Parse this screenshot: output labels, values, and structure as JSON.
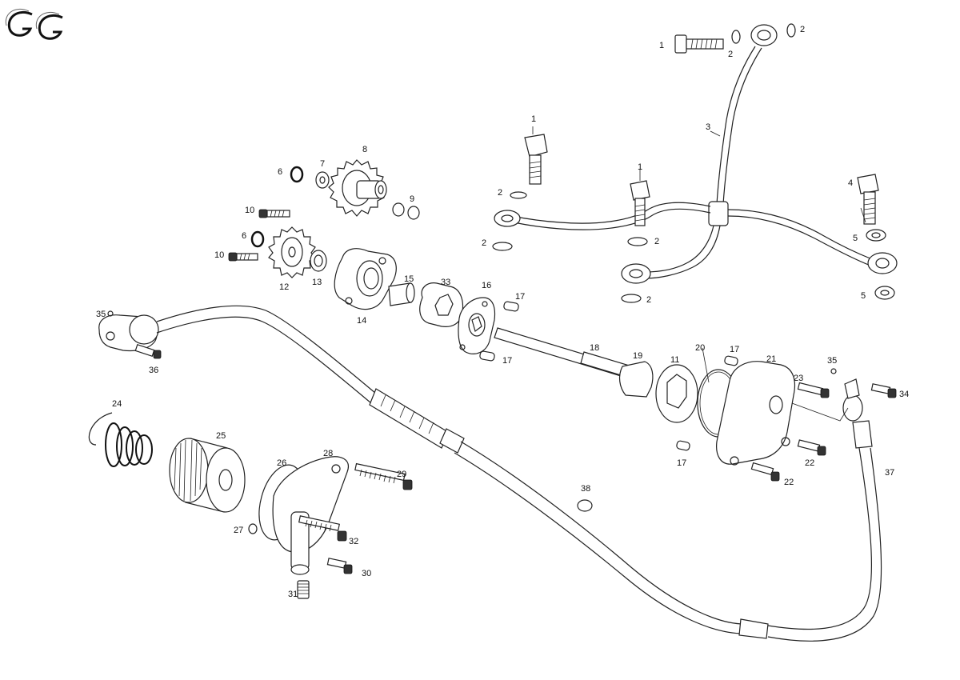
{
  "logo": {
    "text": "GG"
  },
  "callouts": [
    {
      "id": "c1a",
      "text": "1"
    },
    {
      "id": "c2a",
      "text": "2"
    },
    {
      "id": "c2b",
      "text": "2"
    },
    {
      "id": "c3",
      "text": "3"
    },
    {
      "id": "c1b",
      "text": "1"
    },
    {
      "id": "c1c",
      "text": "1"
    },
    {
      "id": "c2c",
      "text": "2"
    },
    {
      "id": "c2d",
      "text": "2"
    },
    {
      "id": "c2e",
      "text": "2"
    },
    {
      "id": "c2f",
      "text": "2"
    },
    {
      "id": "c4",
      "text": "4"
    },
    {
      "id": "c5a",
      "text": "5"
    },
    {
      "id": "c5b",
      "text": "5"
    },
    {
      "id": "c6a",
      "text": "6"
    },
    {
      "id": "c7",
      "text": "7"
    },
    {
      "id": "c8",
      "text": "8"
    },
    {
      "id": "c9",
      "text": "9"
    },
    {
      "id": "c10a",
      "text": "10"
    },
    {
      "id": "c6b",
      "text": "6"
    },
    {
      "id": "c10b",
      "text": "10"
    },
    {
      "id": "c12",
      "text": "12"
    },
    {
      "id": "c13",
      "text": "13"
    },
    {
      "id": "c14",
      "text": "14"
    },
    {
      "id": "c15",
      "text": "15"
    },
    {
      "id": "c33",
      "text": "33"
    },
    {
      "id": "c16",
      "text": "16"
    },
    {
      "id": "c17a",
      "text": "17"
    },
    {
      "id": "c17b",
      "text": "17"
    },
    {
      "id": "c35a",
      "text": "35"
    },
    {
      "id": "c36",
      "text": "36"
    },
    {
      "id": "c18",
      "text": "18"
    },
    {
      "id": "c19",
      "text": "19"
    },
    {
      "id": "c11",
      "text": "11"
    },
    {
      "id": "c20",
      "text": "20"
    },
    {
      "id": "c17c",
      "text": "17"
    },
    {
      "id": "c21",
      "text": "21"
    },
    {
      "id": "c35b",
      "text": "35"
    },
    {
      "id": "c23",
      "text": "23"
    },
    {
      "id": "c34",
      "text": "34"
    },
    {
      "id": "c17d",
      "text": "17"
    },
    {
      "id": "c22a",
      "text": "22"
    },
    {
      "id": "c22b",
      "text": "22"
    },
    {
      "id": "c37",
      "text": "37"
    },
    {
      "id": "c24",
      "text": "24"
    },
    {
      "id": "c25",
      "text": "25"
    },
    {
      "id": "c26",
      "text": "26"
    },
    {
      "id": "c28",
      "text": "28"
    },
    {
      "id": "c29",
      "text": "29"
    },
    {
      "id": "c27",
      "text": "27"
    },
    {
      "id": "c32",
      "text": "32"
    },
    {
      "id": "c30",
      "text": "30"
    },
    {
      "id": "c31",
      "text": "31"
    },
    {
      "id": "c38",
      "text": "38"
    }
  ]
}
